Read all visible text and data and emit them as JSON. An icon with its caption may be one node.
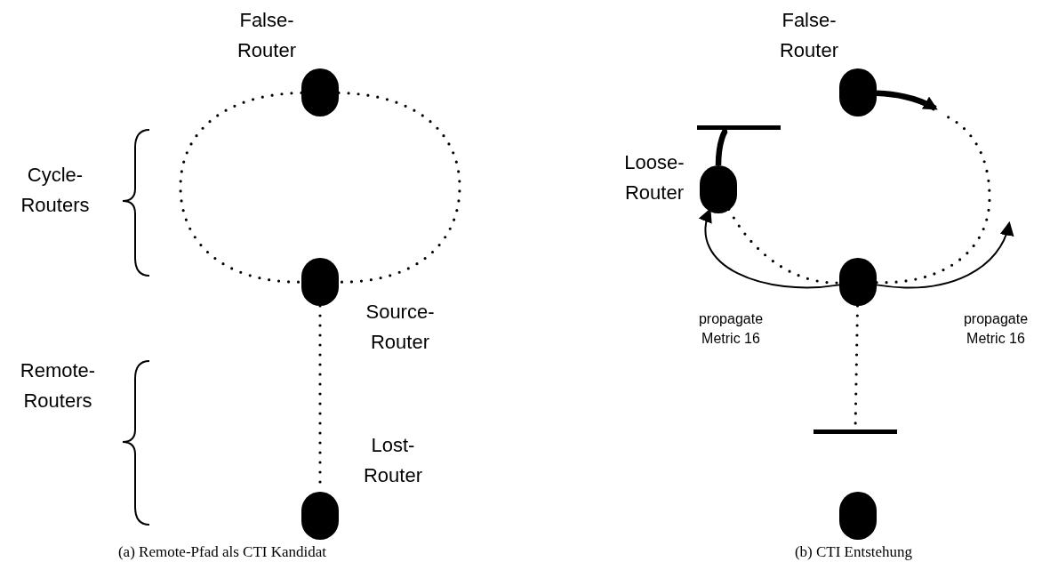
{
  "diagram": {
    "nodes": [
      {
        "text": [],
        "shape": "circle",
        "beside": [
          "False- Router"
        ]
      },
      {
        "text": [],
        "shape": "circle",
        "beside": [
          "Source- Router"
        ]
      },
      {
        "text": [],
        "shape": "circle",
        "beside": [
          "Lost- Router"
        ]
      },
      {
        "text": [],
        "shape": "circle",
        "beside": [
          "False- Router"
        ]
      },
      {
        "text": [],
        "shape": "circle",
        "beside": [
          "Loose- Router"
        ]
      },
      {
        "text": [],
        "shape": "circle"
      },
      {
        "text": [],
        "shape": "circle"
      },
      {
        "text": [],
        "shape": "bar"
      },
      {
        "text": [],
        "shape": "bar"
      }
    ],
    "edges": [
      {
        "from": 0,
        "to": 1,
        "arrow": "none",
        "style": "dashed"
      },
      {
        "from": 0,
        "to": 1,
        "arrow": "none",
        "style": "dashed"
      },
      {
        "from": 1,
        "to": 2,
        "arrow": "none",
        "style": "dashed"
      },
      {
        "from": 4,
        "to": 5,
        "arrow": "none",
        "style": "dashed"
      },
      {
        "from": 5,
        "to": null,
        "arrow": "none",
        "style": "dashed"
      },
      {
        "from": 3,
        "to": null,
        "arrow": "to",
        "style": "thick"
      },
      {
        "from": 4,
        "to": 7,
        "arrow": "none",
        "style": "thick"
      },
      {
        "from": 5,
        "to": 8,
        "arrow": "none",
        "style": "dashed"
      },
      {
        "from": 5,
        "to": 4,
        "arrow": "to",
        "label": "propagate Metric 16"
      },
      {
        "from": 5,
        "to": null,
        "arrow": "to",
        "label": "propagate Metric 16"
      }
    ],
    "labels": [
      "Cycle- Routers",
      "Remote- Routers",
      "(a) Remote-Pfad als CTI Kandidat",
      "(b) CTI Entstehung"
    ]
  }
}
